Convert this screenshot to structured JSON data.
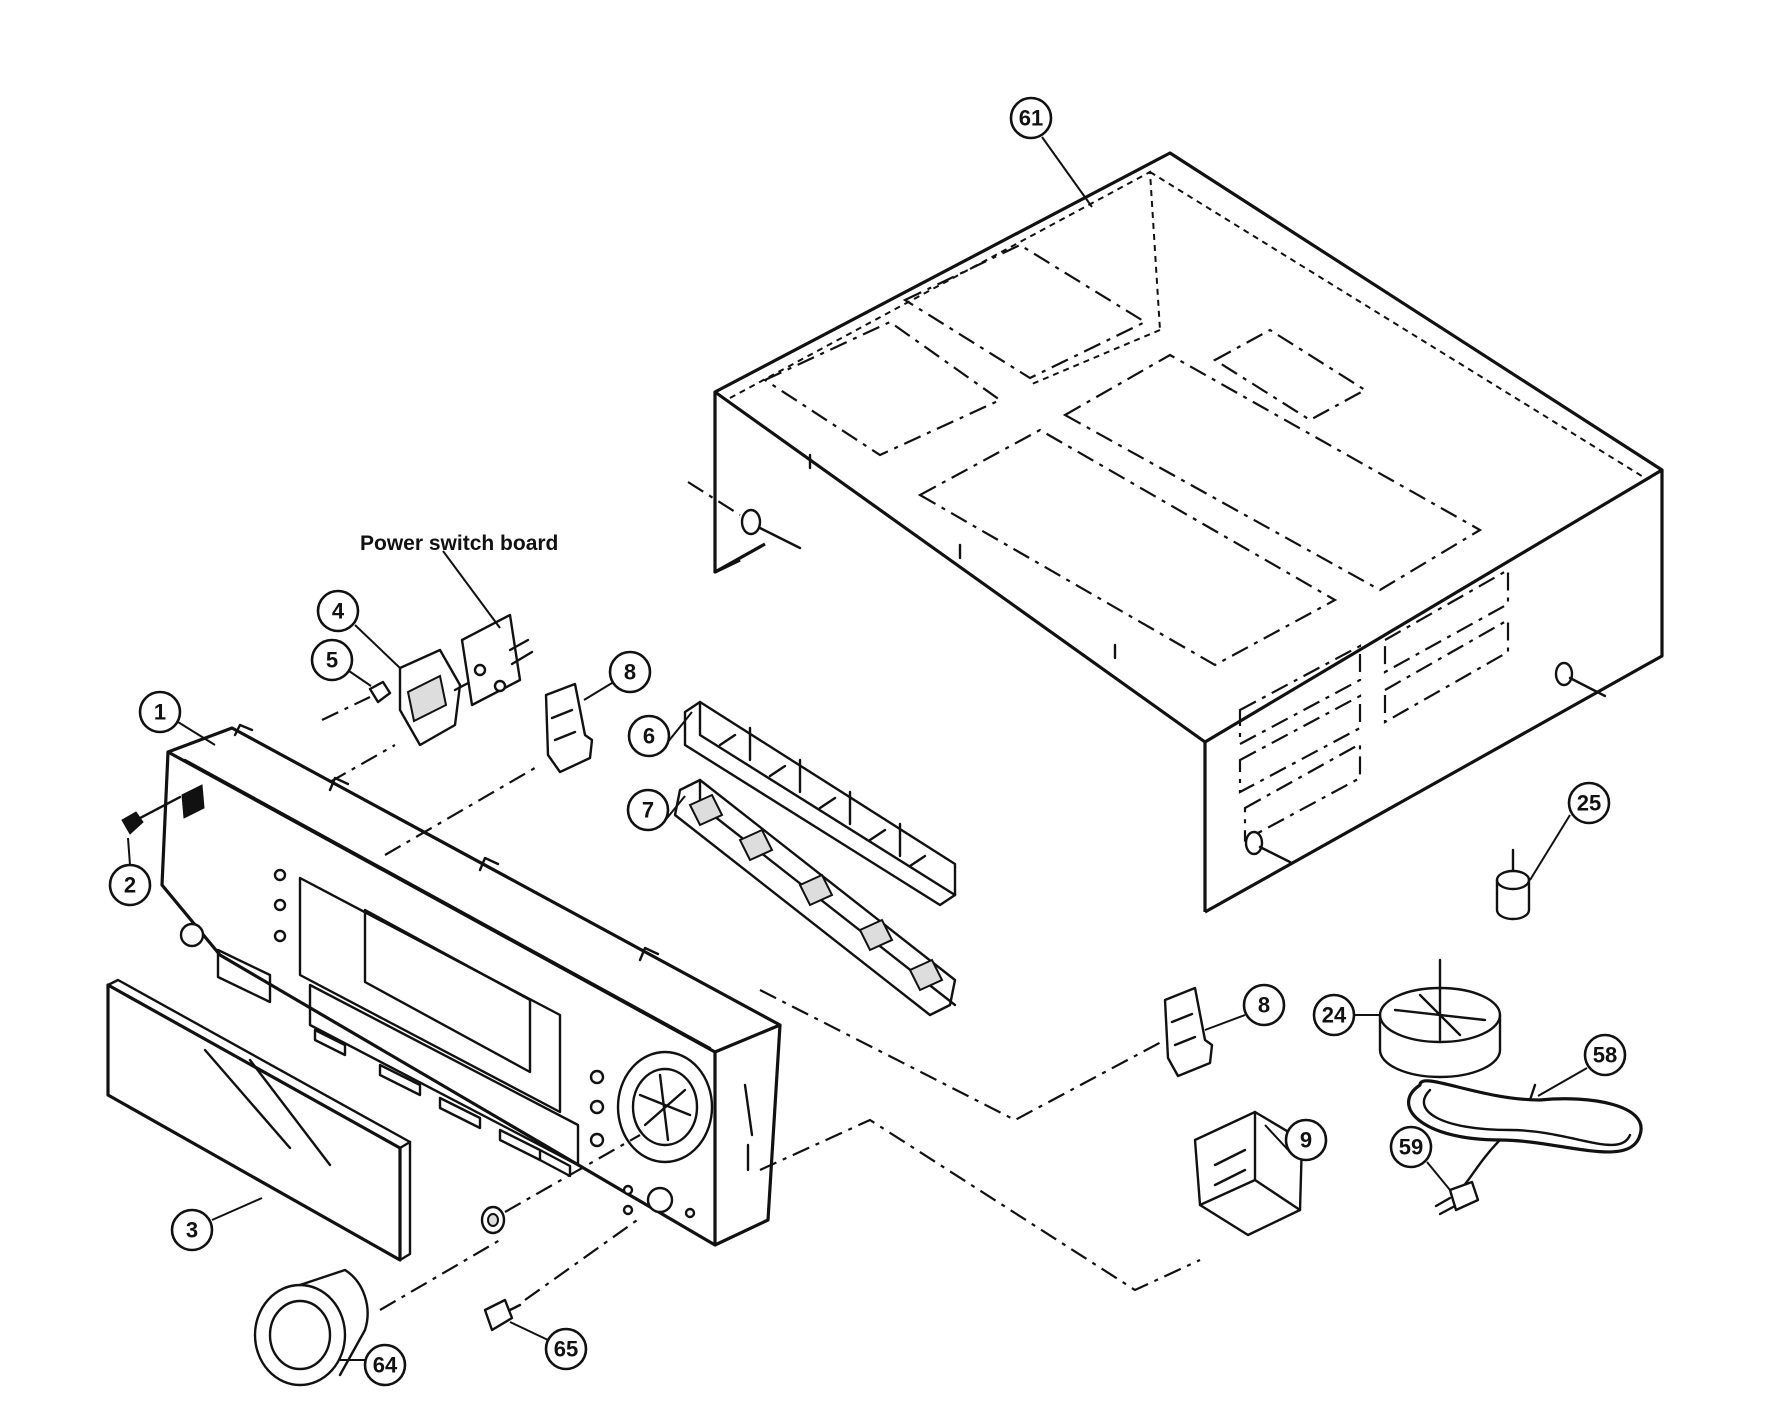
{
  "labels": {
    "power_switch_board": "Power switch board"
  },
  "callouts": {
    "c61": "61",
    "c1": "1",
    "c2": "2",
    "c3": "3",
    "c4": "4",
    "c5": "5",
    "c6": "6",
    "c7": "7",
    "c8a": "8",
    "c8b": "8",
    "c9": "9",
    "c24": "24",
    "c25": "25",
    "c58": "58",
    "c59": "59",
    "c64": "64",
    "c65": "65"
  }
}
